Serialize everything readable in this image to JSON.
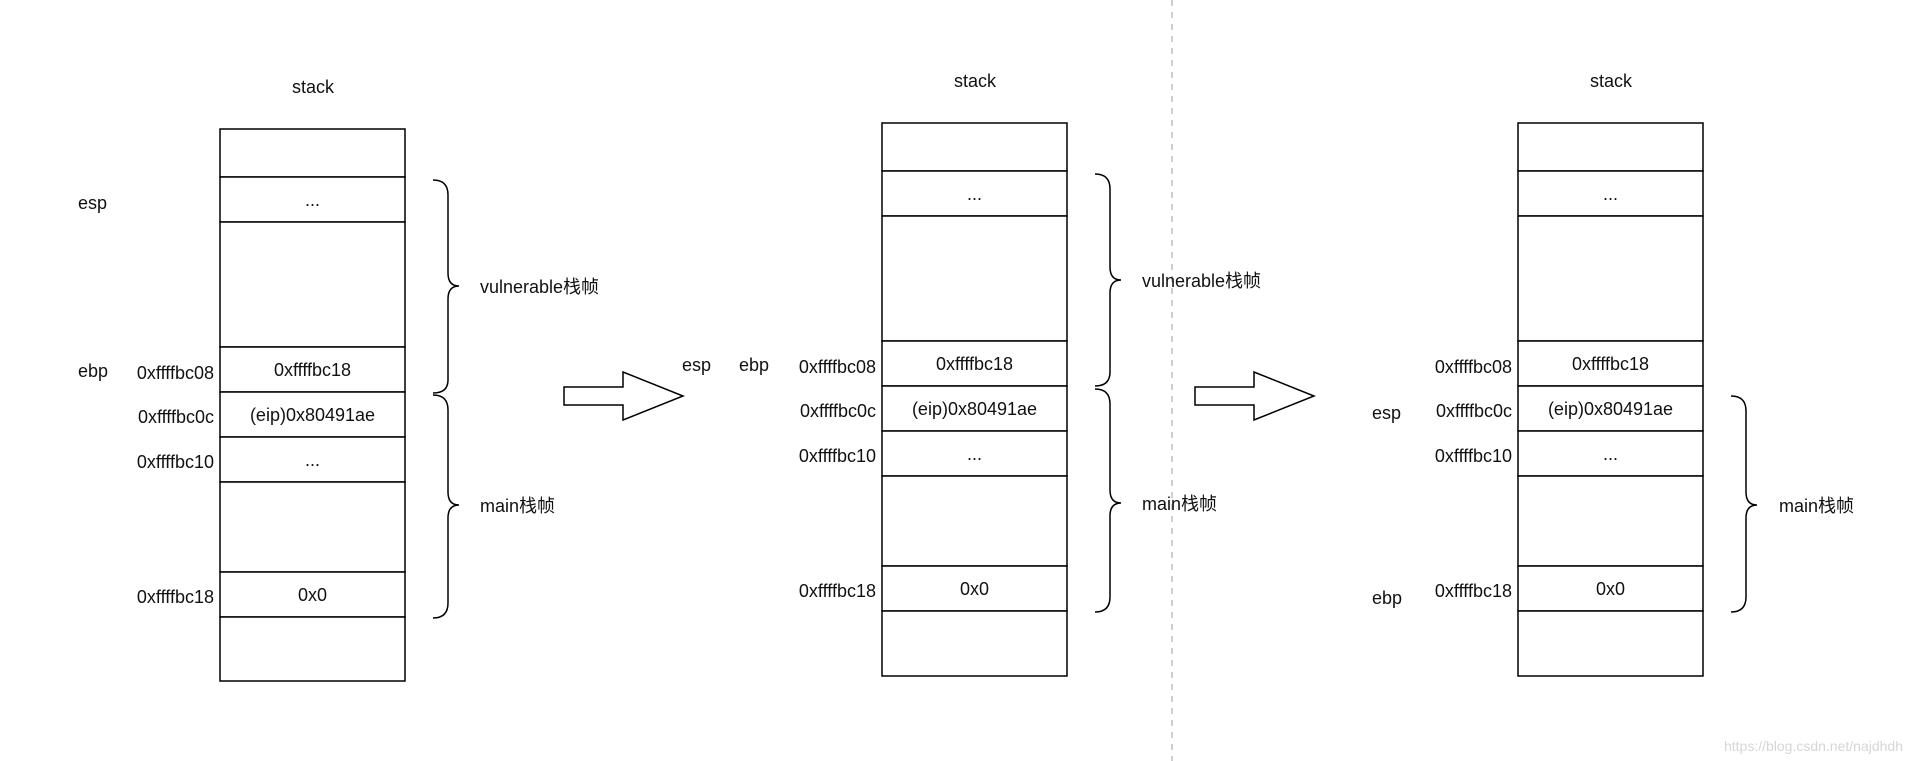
{
  "colors": {
    "line": "#000000",
    "divider": "#bdbdbd",
    "watermark": "#d6d6d6"
  },
  "panels": [
    {
      "title": "stack",
      "cells": [
        "",
        "...",
        "",
        "0xffffbc18",
        "(eip)0x80491ae",
        "...",
        "",
        "0x0",
        ""
      ],
      "addresses": [
        "0xffffbc08",
        "0xffffbc0c",
        "0xffffbc10",
        "0xffffbc18"
      ],
      "registers": {
        "esp": "esp",
        "ebp": "ebp"
      },
      "braces": [
        {
          "label": "vulnerable栈帧"
        },
        {
          "label": "main栈帧"
        }
      ]
    },
    {
      "title": "stack",
      "cells": [
        "",
        "...",
        "",
        "0xffffbc18",
        "(eip)0x80491ae",
        "...",
        "",
        "0x0",
        ""
      ],
      "addresses": [
        "0xffffbc08",
        "0xffffbc0c",
        "0xffffbc10",
        "0xffffbc18"
      ],
      "registers": {
        "esp": "esp",
        "ebp": "ebp"
      },
      "braces": [
        {
          "label": "vulnerable栈帧"
        },
        {
          "label": "main栈帧"
        }
      ]
    },
    {
      "title": "stack",
      "cells": [
        "",
        "...",
        "",
        "0xffffbc18",
        "(eip)0x80491ae",
        "...",
        "",
        "0x0",
        ""
      ],
      "addresses": [
        "0xffffbc08",
        "0xffffbc0c",
        "0xffffbc10",
        "0xffffbc18"
      ],
      "registers": {
        "esp": "esp",
        "ebp": "ebp"
      },
      "braces": [
        {
          "label": "main栈帧"
        }
      ]
    }
  ],
  "watermark": "https://blog.csdn.net/najdhdh"
}
